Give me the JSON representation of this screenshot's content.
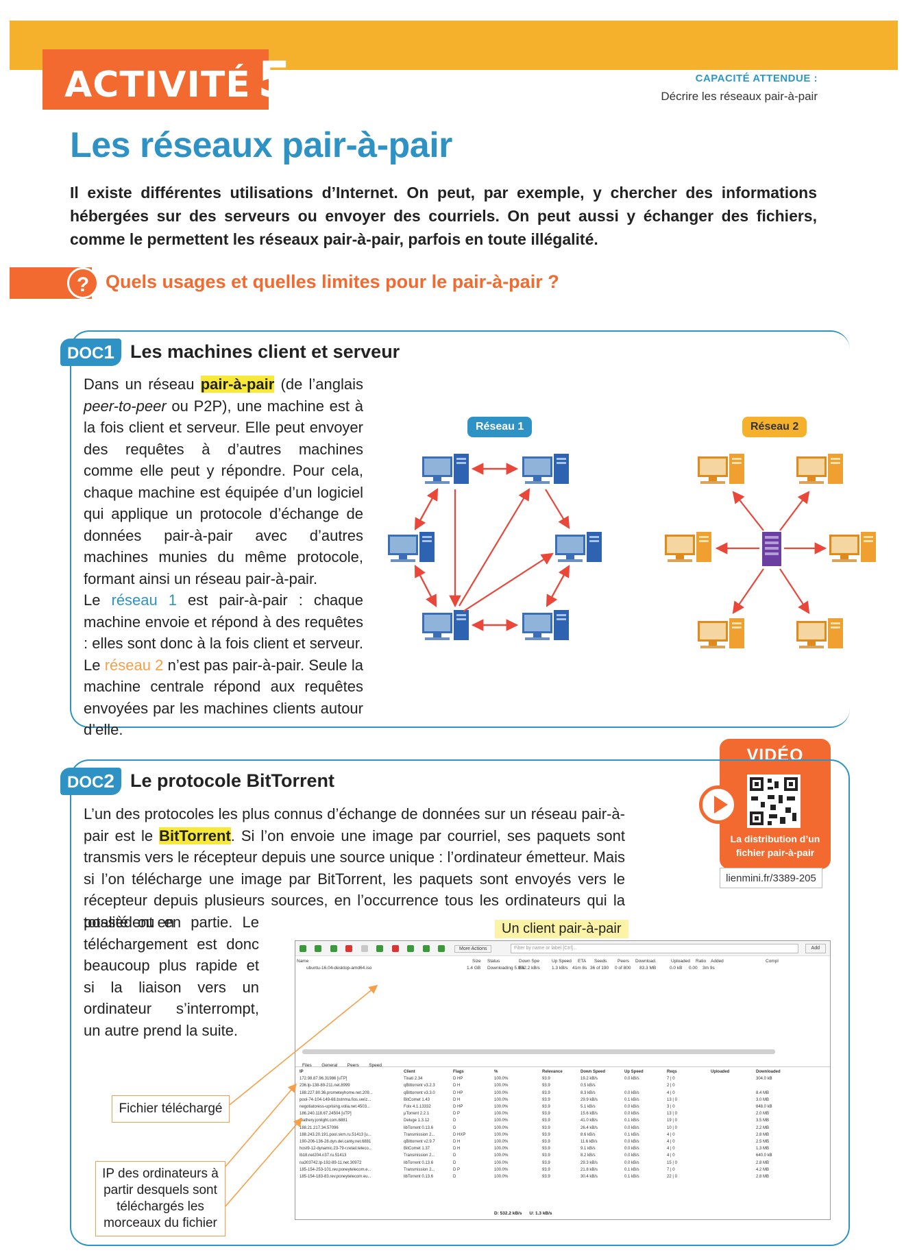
{
  "header": {
    "activity_label": "ACTIVITÉ",
    "activity_number": "5",
    "capacity_label": "CAPACITÉ ATTENDUE :",
    "capacity_text": "Décrire les réseaux pair-à-pair"
  },
  "title": "Les réseaux pair-à-pair",
  "intro": "Il existe différentes utilisations d’Internet. On peut, par exemple, y chercher des informations hébergées sur des serveurs ou envoyer des courriels. On peut aussi y échanger des fichiers, comme le permettent les réseaux pair-à-pair, parfois en toute illégalité.",
  "question": {
    "mark": "?",
    "text": "Quels usages et quelles limites pour le pair-à-pair ?"
  },
  "doc1": {
    "tag": "DOC",
    "number": "1",
    "heading": "Les machines client et serveur",
    "p1_a": "Dans un réseau ",
    "p1_hl": "pair-à-pair",
    "p1_b": " (de l’anglais ",
    "p1_it": "peer-to-peer",
    "p1_c": " ou P2P), une machine est à la fois client et serveur. Elle peut envoyer des requêtes à d’autres machines comme elle peut y répondre. Pour cela, chaque machine est équipée d’un logiciel qui applique un protocole d’échange de données pair-à-pair avec d’autres machines munies du même protocole, formant ainsi un réseau pair-à-pair.",
    "p2_a": "Le ",
    "p2_link1": "réseau 1",
    "p2_b": " est pair-à-pair : chaque machine envoie et répond à des requêtes : elles sont donc à la fois client et serveur. Le ",
    "p2_link2": "réseau 2",
    "p2_c": " n’est pas pair-à-pair. Seule la machine centrale répond aux requêtes envoyées par les machines clients autour d’elle.",
    "network1_label": "Réseau 1",
    "network2_label": "Réseau 2"
  },
  "doc2": {
    "tag": "DOC",
    "number": "2",
    "heading": "Le protocole BitTorrent",
    "p_a": "L’un des protocoles les plus connus d’échange de données sur un réseau pair-à-pair est le ",
    "p_hl": "BitTorrent",
    "p_b": ". Si l’on envoie une image par courriel, ses paquets sont transmis vers le récepteur depuis une source unique : l’ordinateur émetteur. Mais si l’on télécharge une image par BitTorrent, les paquets sont envoyés vers le récepteur depuis plusieurs sources, en l’occurrence tous les ordinateurs qui la possèdent en",
    "p_narrow": "totalité ou en partie. Le téléchargement est donc beaucoup plus rapide et si la liaison vers un ordinateur s’interrompt, un autre prend la suite.",
    "client_label": "Un client pair-à-pair",
    "annotation_file": "Fichier téléchargé",
    "annotation_ip": "IP des ordinateurs à partir desquels sont téléchargés les morceaux du fichier"
  },
  "video": {
    "title": "VIDÉO",
    "caption": "La distribution d’un fichier pair-à-pair",
    "link": "lienmini.fr/3389-205"
  },
  "client": {
    "more_actions": "More Actions",
    "filter_placeholder": "Filter by name or label [Ctrl]...",
    "add": "Add",
    "torrent_header": [
      "Name",
      "Size",
      "Status",
      "Down Spe",
      "Up Speed",
      "ETA",
      "Seeds",
      "Peers",
      "Download.",
      "Uploaded",
      "Ratio",
      "Added",
      "Compl"
    ],
    "torrent_row": [
      "ubuntu-16.04-desktop-amd64.iso",
      "1.4 GB",
      "Downloading 5.8%",
      "532.2 kB/s",
      "1.3 kB/s",
      "41m 8s",
      "36 of 190",
      "0 of 800",
      "83.3 MB",
      "0.0 kB",
      "0.00",
      "3m 9s"
    ],
    "tabs": [
      "Files",
      "General",
      "Peers",
      "Speed"
    ],
    "peer_header": [
      "IP",
      "Client",
      "Flags",
      "%",
      "Relevance",
      "Down Speed",
      "Up Speed",
      "Reqs",
      "Uploaded",
      "Downloaded"
    ],
    "peers": [
      [
        "172.98.87.96.31986 [uTP]",
        "Tixati 2.34",
        "D HP",
        "100.0%",
        "93.9",
        "19.2 kB/s",
        "0.0 kB/s",
        "7 | 0",
        "",
        "304.0 kB"
      ],
      [
        "236.lp-138-89-211.net.8999",
        "qBittorrent v3.2.3",
        "D H",
        "100.0%",
        "93.9",
        "0.5 kB/s",
        "",
        "2 | 0",
        "",
        ""
      ],
      [
        "188.227.80.36.prometeyhome.net.209...",
        "qBittorrent v3.3.0",
        "D HP",
        "100.0%",
        "93.9",
        "8.3 kB/s",
        "0.0 kB/s",
        "4 | 0",
        "",
        "8.4 MB"
      ],
      [
        "pool-74-104-149-68.bstnma.fios.veriz...",
        "BitComet 1.43",
        "D H",
        "100.0%",
        "93.9",
        "29.9 kB/s",
        "0.1 kB/s",
        "13 | 0",
        "",
        "3.0 MB"
      ],
      [
        "negotiatoress-uprising.volia.net.4503...",
        "Folx 4.1.13332",
        "D HP",
        "100.0%",
        "93.9",
        "5.1 kB/s",
        "0.0 kB/s",
        "3 | 0",
        "",
        "848.0 kB"
      ],
      [
        "186.240.118.67.24504 [uTP]",
        "µTorrent 2.2.1",
        "D P",
        "100.0%",
        "93.9",
        "15.6 kB/s",
        "0.0 kB/s",
        "13 | 0",
        "",
        "2.0 MB"
      ],
      [
        "feathery.jonlight.com.6881",
        "Deluge 1.3.12",
        "D",
        "100.0%",
        "93.9",
        "41.0 kB/s",
        "0.1 kB/s",
        "19 | 0",
        "",
        "3.5 MB"
      ],
      [
        "188.21.217.34.57096",
        "libTorrent 0.13.6",
        "D",
        "100.0%",
        "93.9",
        "26.4 kB/s",
        "0.0 kB/s",
        "10 | 0",
        "",
        "2.2 MB"
      ],
      [
        "188.243.20.191.pool.skrn.ru.51413 [u...",
        "Transmission 2...",
        "D HXP",
        "100.0%",
        "93.9",
        "8.6 kB/s",
        "0.1 kB/s",
        "4 | 0",
        "",
        "2.8 MB"
      ],
      [
        "190-206-136-28.dyn.del.canty.net.6881",
        "qBittorrent v2.9.7",
        "D H",
        "100.0%",
        "93.9",
        "11.6 kB/s",
        "0.0 kB/s",
        "4 | 0",
        "",
        "2.5 MB"
      ],
      [
        "host9-12-dynamic.23-79-r.retail.teleco...",
        "BitComet 1.37",
        "D H",
        "100.0%",
        "93.9",
        "9.1 kB/s",
        "0.0 kB/s",
        "4 | 0",
        "",
        "1.3 MB"
      ],
      [
        "lb18.net204.n37.ru.51413",
        "Transmission 2...",
        "D",
        "100.0%",
        "93.9",
        "8.2 kB/s",
        "0.0 kB/s",
        "4 | 0",
        "",
        "640.0 kB"
      ],
      [
        "na303742.lp-192-89-11.net.30972",
        "libTorrent 0.13.6",
        "D",
        "100.0%",
        "93.9",
        "29.3 kB/s",
        "0.0 kB/s",
        "15 | 0",
        "",
        "2.8 MB"
      ],
      [
        "185-154-253-101.rev.poneytelecom.e...",
        "Transmission 2...",
        "D P",
        "100.0%",
        "93.9",
        "21.8 kB/s",
        "0.1 kB/s",
        "7 | 0",
        "",
        "4.2 MB"
      ],
      [
        "185-154-183-83.rev.poneytelecom.eu...",
        "libTorrent 0.13.6",
        "D",
        "100.0%",
        "93.9",
        "30.4 kB/s",
        "0.1 kB/s",
        "22 | 0",
        "",
        "2.8 MB"
      ]
    ],
    "status_down": "D: 532.2 kB/s",
    "status_up": "U: 1.3 kB/s"
  },
  "colors": {
    "accent_orange": "#f26a30",
    "accent_yellow": "#f5b12c",
    "accent_blue": "#2e93c4",
    "highlight": "#f8e837"
  }
}
